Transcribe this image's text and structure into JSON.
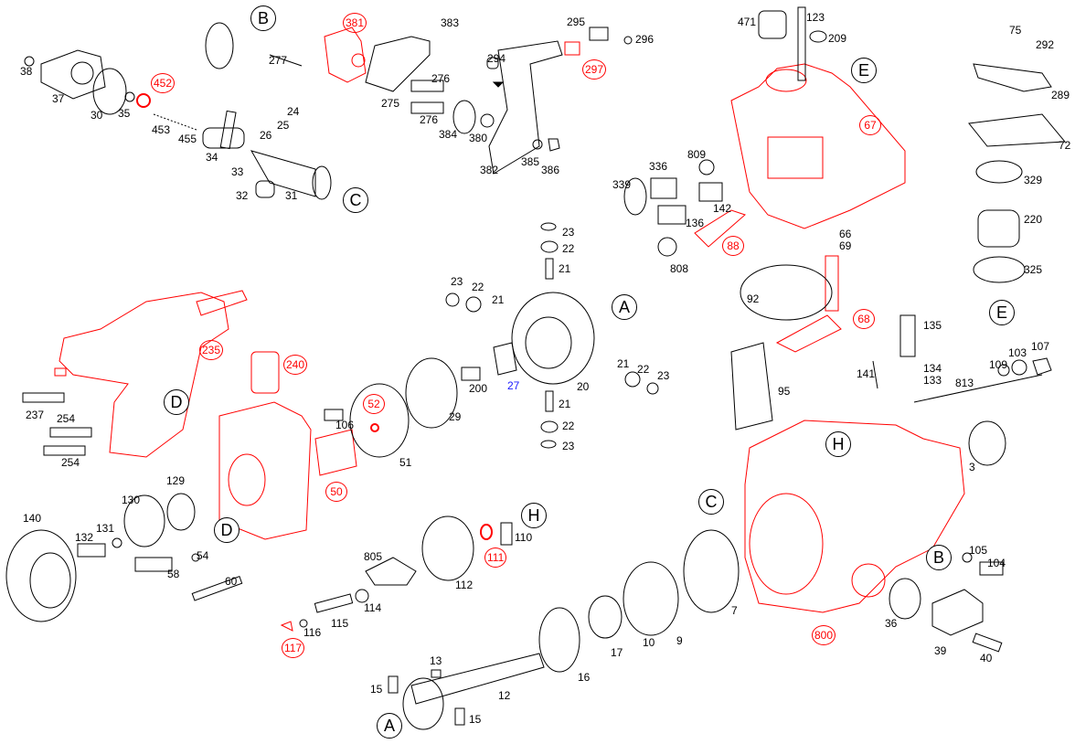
{
  "colors": {
    "highlight": "#ff0000",
    "parts": "#000000",
    "accent": "#1a1aff"
  },
  "labels": [
    {
      "text": "38",
      "kind": "part"
    },
    {
      "text": "37",
      "kind": "part"
    },
    {
      "text": "30",
      "kind": "part"
    },
    {
      "text": "35",
      "kind": "part"
    },
    {
      "text": "453",
      "kind": "part"
    },
    {
      "text": "455",
      "kind": "part"
    },
    {
      "text": "34",
      "kind": "part"
    },
    {
      "text": "33",
      "kind": "part"
    },
    {
      "text": "26",
      "kind": "part"
    },
    {
      "text": "25",
      "kind": "part"
    },
    {
      "text": "24",
      "kind": "part"
    },
    {
      "text": "32",
      "kind": "part"
    },
    {
      "text": "31",
      "kind": "part"
    },
    {
      "text": "277",
      "kind": "part"
    },
    {
      "text": "383",
      "kind": "part"
    },
    {
      "text": "276",
      "kind": "part"
    },
    {
      "text": "275",
      "kind": "part"
    },
    {
      "text": "276",
      "kind": "part"
    },
    {
      "text": "384",
      "kind": "part"
    },
    {
      "text": "380",
      "kind": "part"
    },
    {
      "text": "382",
      "kind": "part"
    },
    {
      "text": "385",
      "kind": "part"
    },
    {
      "text": "386",
      "kind": "part"
    },
    {
      "text": "295",
      "kind": "part"
    },
    {
      "text": "296",
      "kind": "part"
    },
    {
      "text": "294",
      "kind": "part"
    },
    {
      "text": "471",
      "kind": "part"
    },
    {
      "text": "123",
      "kind": "part"
    },
    {
      "text": "209",
      "kind": "part"
    },
    {
      "text": "339",
      "kind": "part"
    },
    {
      "text": "336",
      "kind": "part"
    },
    {
      "text": "809",
      "kind": "part"
    },
    {
      "text": "142",
      "kind": "part"
    },
    {
      "text": "136",
      "kind": "part"
    },
    {
      "text": "808",
      "kind": "part"
    },
    {
      "text": "66",
      "kind": "part"
    },
    {
      "text": "69",
      "kind": "part"
    },
    {
      "text": "92",
      "kind": "part"
    },
    {
      "text": "95",
      "kind": "part"
    },
    {
      "text": "75",
      "kind": "part"
    },
    {
      "text": "292",
      "kind": "part"
    },
    {
      "text": "289",
      "kind": "part"
    },
    {
      "text": "72",
      "kind": "part"
    },
    {
      "text": "329",
      "kind": "part"
    },
    {
      "text": "220",
      "kind": "part"
    },
    {
      "text": "325",
      "kind": "part"
    },
    {
      "text": "135",
      "kind": "part"
    },
    {
      "text": "134",
      "kind": "part"
    },
    {
      "text": "133",
      "kind": "part"
    },
    {
      "text": "141",
      "kind": "part"
    },
    {
      "text": "813",
      "kind": "part"
    },
    {
      "text": "109",
      "kind": "part"
    },
    {
      "text": "103",
      "kind": "part"
    },
    {
      "text": "107",
      "kind": "part"
    },
    {
      "text": "3",
      "kind": "part"
    },
    {
      "text": "105",
      "kind": "part"
    },
    {
      "text": "104",
      "kind": "part"
    },
    {
      "text": "36",
      "kind": "part"
    },
    {
      "text": "39",
      "kind": "part"
    },
    {
      "text": "40",
      "kind": "part"
    },
    {
      "text": "7",
      "kind": "part"
    },
    {
      "text": "9",
      "kind": "part"
    },
    {
      "text": "10",
      "kind": "part"
    },
    {
      "text": "17",
      "kind": "part"
    },
    {
      "text": "16",
      "kind": "part"
    },
    {
      "text": "12",
      "kind": "part"
    },
    {
      "text": "13",
      "kind": "part"
    },
    {
      "text": "15",
      "kind": "part"
    },
    {
      "text": "15",
      "kind": "part"
    },
    {
      "text": "23",
      "kind": "part"
    },
    {
      "text": "22",
      "kind": "part"
    },
    {
      "text": "21",
      "kind": "part"
    },
    {
      "text": "23",
      "kind": "part"
    },
    {
      "text": "22",
      "kind": "part"
    },
    {
      "text": "21",
      "kind": "part"
    },
    {
      "text": "21",
      "kind": "part"
    },
    {
      "text": "22",
      "kind": "part"
    },
    {
      "text": "23",
      "kind": "part"
    },
    {
      "text": "20",
      "kind": "part"
    },
    {
      "text": "21",
      "kind": "part"
    },
    {
      "text": "22",
      "kind": "part"
    },
    {
      "text": "23",
      "kind": "part"
    },
    {
      "text": "200",
      "kind": "part"
    },
    {
      "text": "29",
      "kind": "part"
    },
    {
      "text": "51",
      "kind": "part"
    },
    {
      "text": "106",
      "kind": "part"
    },
    {
      "text": "237",
      "kind": "part"
    },
    {
      "text": "254",
      "kind": "part"
    },
    {
      "text": "254",
      "kind": "part"
    },
    {
      "text": "129",
      "kind": "part"
    },
    {
      "text": "130",
      "kind": "part"
    },
    {
      "text": "140",
      "kind": "part"
    },
    {
      "text": "131",
      "kind": "part"
    },
    {
      "text": "132",
      "kind": "part"
    },
    {
      "text": "54",
      "kind": "part"
    },
    {
      "text": "58",
      "kind": "part"
    },
    {
      "text": "60",
      "kind": "part"
    },
    {
      "text": "805",
      "kind": "part"
    },
    {
      "text": "112",
      "kind": "part"
    },
    {
      "text": "110",
      "kind": "part"
    },
    {
      "text": "114",
      "kind": "part"
    },
    {
      "text": "115",
      "kind": "part"
    },
    {
      "text": "116",
      "kind": "part"
    },
    {
      "text": "27",
      "kind": "blue"
    },
    {
      "text": "381",
      "kind": "red"
    },
    {
      "text": "452",
      "kind": "red"
    },
    {
      "text": "297",
      "kind": "red"
    },
    {
      "text": "67",
      "kind": "red"
    },
    {
      "text": "88",
      "kind": "red"
    },
    {
      "text": "68",
      "kind": "red"
    },
    {
      "text": "235",
      "kind": "red"
    },
    {
      "text": "240",
      "kind": "red"
    },
    {
      "text": "52",
      "kind": "red"
    },
    {
      "text": "50",
      "kind": "red"
    },
    {
      "text": "111",
      "kind": "red"
    },
    {
      "text": "117",
      "kind": "red"
    },
    {
      "text": "800",
      "kind": "red"
    },
    {
      "text": "B",
      "kind": "letter"
    },
    {
      "text": "C",
      "kind": "letter"
    },
    {
      "text": "E",
      "kind": "letter"
    },
    {
      "text": "A",
      "kind": "letter"
    },
    {
      "text": "E",
      "kind": "letter"
    },
    {
      "text": "D",
      "kind": "letter"
    },
    {
      "text": "D",
      "kind": "letter"
    },
    {
      "text": "H",
      "kind": "letter"
    },
    {
      "text": "H",
      "kind": "letter"
    },
    {
      "text": "C",
      "kind": "letter"
    },
    {
      "text": "B",
      "kind": "letter"
    },
    {
      "text": "A",
      "kind": "letter"
    }
  ]
}
